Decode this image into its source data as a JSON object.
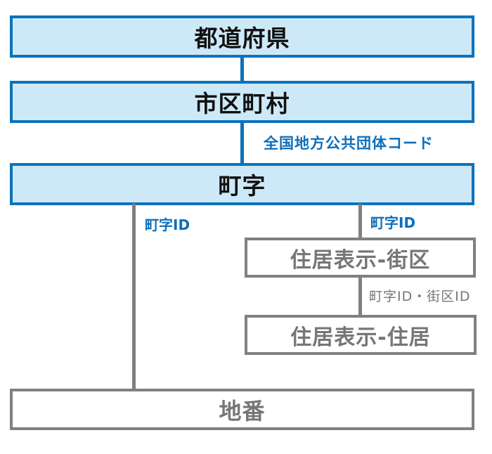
{
  "diagram": {
    "description": "Japanese address data hierarchy diagram",
    "nodes": {
      "prefecture": {
        "label": "都道府県",
        "style": "blue"
      },
      "municipality": {
        "label": "市区町村",
        "style": "blue"
      },
      "town": {
        "label": "町字",
        "style": "blue"
      },
      "block": {
        "label": "住居表示-街区",
        "style": "gray"
      },
      "residence": {
        "label": "住居表示-住居",
        "style": "gray"
      },
      "parcel": {
        "label": "地番",
        "style": "gray"
      }
    },
    "edge_labels": {
      "lg_code": "全国地方公共団体コード",
      "town_id_left": "町字ID",
      "town_id_right": "町字ID",
      "town_block_id": "町字ID・街区ID"
    },
    "colors": {
      "blue_border": "#0e72bb",
      "blue_fill": "#cde9f7",
      "blue_label": "#0d6eba",
      "gray_border": "#808080",
      "gray_text": "#767676",
      "black_text": "#111111",
      "background": "#ffffff"
    }
  }
}
